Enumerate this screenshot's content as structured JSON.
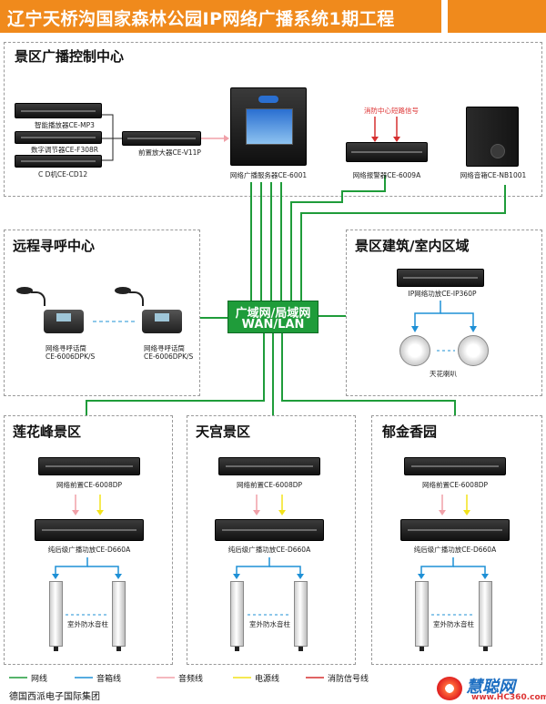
{
  "header": {
    "title": "辽宁天桥沟国家森林公园IP网络广播系统1期工程"
  },
  "colors": {
    "title_bar": "#f08a1c",
    "network": "#1f9c3a",
    "speaker_line": "#1e90d6",
    "audio_line": "#f0a0a8",
    "power_line": "#f2e21a",
    "fire_line": "#d63030"
  },
  "control_center": {
    "title": "景区广播控制中心",
    "mp3": "智能播放器CE-MP3",
    "tuner": "数字调节器CE-F308R",
    "cd": "C D机CE-CD12",
    "preamp": "前置放大器CE-V11P",
    "server": "网络广播服务器CE-6001",
    "fire_signal": "消防中心短路信号",
    "alarm": "网络报警器CE-6009A",
    "monitor": "网络音箱CE-NB1001"
  },
  "remote": {
    "title": "远程寻呼中心",
    "mic1": "网络寻呼话筒\nCE-6006DPK/S",
    "mic2": "网络寻呼话筒\nCE-6006DPK/S"
  },
  "indoor": {
    "title": "景区建筑/室内区域",
    "amp": "IP网络功放CE-IP360P",
    "speakers": "天花喇叭"
  },
  "wan": {
    "line1": "广域网/局域网",
    "line2": "WAN/LAN"
  },
  "zones": [
    {
      "title": "莲花峰景区",
      "front": "网络前置CE-6008DP",
      "amp": "纯后级广播功放CE-D660A",
      "speaker": "室外防水音柱"
    },
    {
      "title": "天宫景区",
      "front": "网络前置CE-6008DP",
      "amp": "纯后级广播功放CE-D660A",
      "speaker": "室外防水音柱"
    },
    {
      "title": "郁金香园",
      "front": "网络前置CE-6008DP",
      "amp": "纯后级广播功放CE-D660A",
      "speaker": "室外防水音柱"
    }
  ],
  "legend": {
    "network": "网线",
    "speaker": "音箱线",
    "audio": "音频线",
    "power": "电源线",
    "fire": "消防信号线"
  },
  "footer": {
    "company": "德国西派电子国际集团"
  },
  "watermark": {
    "line1": "慧聪网",
    "line2": "www.HC360.com"
  }
}
